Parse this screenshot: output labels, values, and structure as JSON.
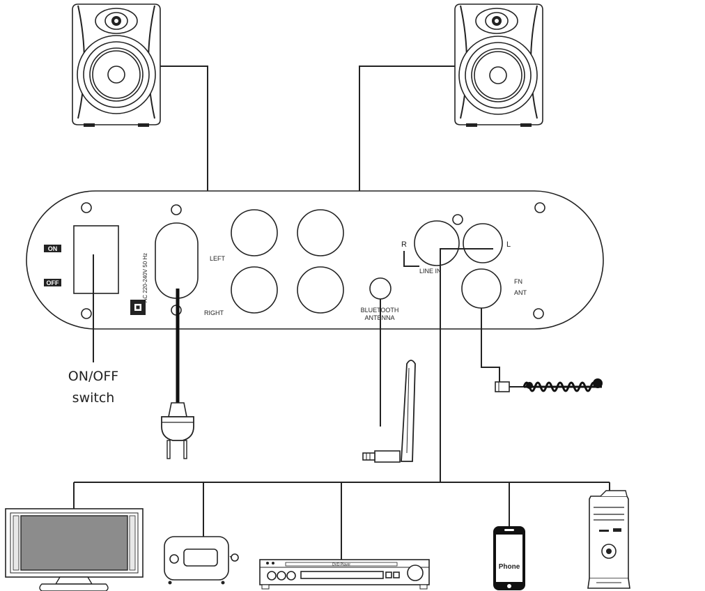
{
  "panel_labels": {
    "on": "ON",
    "off": "OFF",
    "power_rating": "AC 220-240V 50 Hz",
    "left": "LEFT",
    "right": "RIGHT",
    "line_in": "LINE IN",
    "r": "R",
    "l": "L",
    "fm_ant_line1": "FN",
    "fm_ant_line2": "ANT",
    "bt_ant_line1": "BLUETOOTH",
    "bt_ant_line2": "ANTENNA"
  },
  "callouts": {
    "onoff_line1": "ON/OFF",
    "onoff_line2": "switch"
  },
  "devices": {
    "dvd_brand": "DVD Player",
    "phone_text": "Phone"
  }
}
